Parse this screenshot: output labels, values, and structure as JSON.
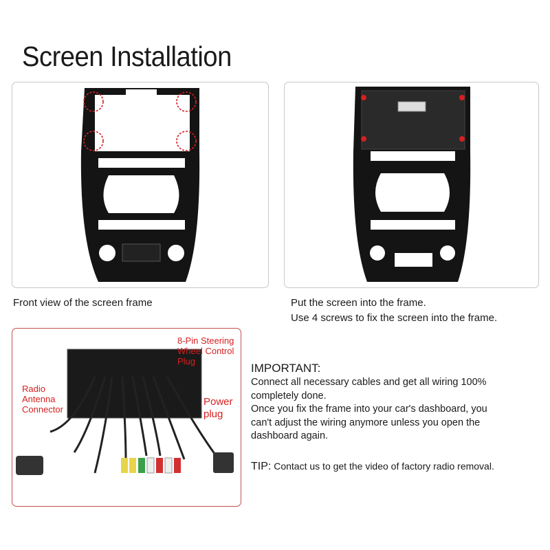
{
  "title": "Screen Installation",
  "captions": {
    "left": "Front view of the screen frame",
    "right_line1": "Put the screen into the frame.",
    "right_line2": "Use 4 screws to fix the screen into the frame."
  },
  "cable_labels": {
    "steering_line1": "8-Pin Steering",
    "steering_line2": "Wheel Control",
    "steering_line3": "Plug",
    "antenna_line1": "Radio",
    "antenna_line2": "Antenna",
    "antenna_line3": "Connector",
    "power_line1": "Power",
    "power_line2": "plug"
  },
  "important": {
    "heading": "IMPORTANT:",
    "line1": "Connect all necessary cables and get all wiring 100%",
    "line2": "completely done.",
    "line3": "Once you fix the frame into your car's dashboard, you",
    "line4": "can't adjust the wiring anymore unless you open the",
    "line5": "dashboard again."
  },
  "tip": {
    "label": "TIP:",
    "text": "Contact us to get the video of factory radio removal."
  },
  "colors": {
    "frame": "#141414",
    "highlight": "#d62020",
    "panel_border": "#c8c8c8",
    "cable_border": "#c0504d"
  }
}
